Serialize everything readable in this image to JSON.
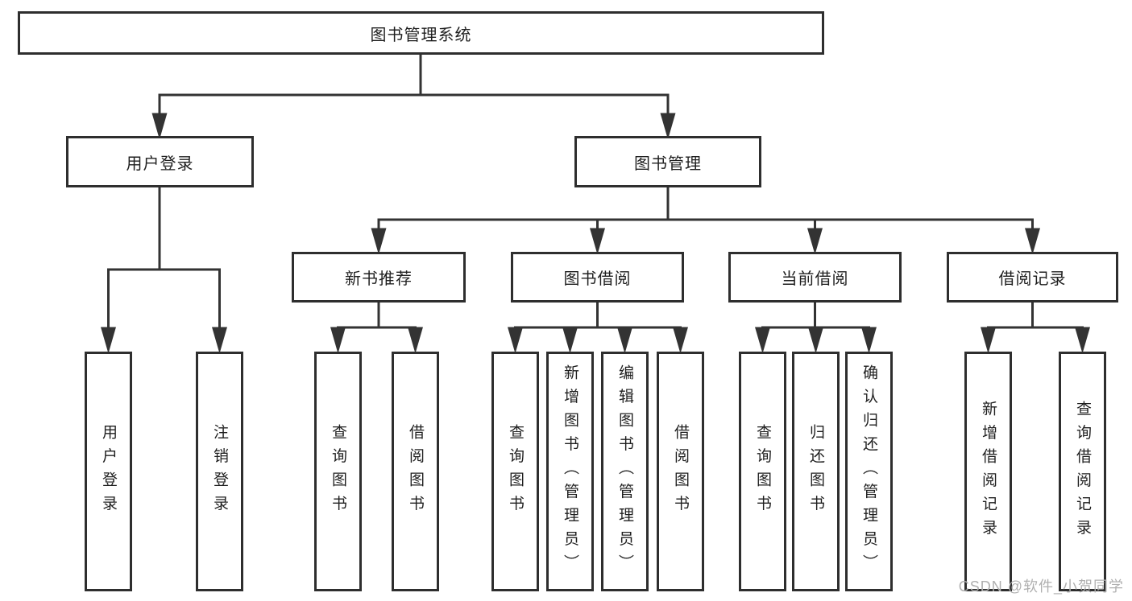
{
  "diagram": {
    "root": {
      "label": "图书管理系统"
    },
    "branches": [
      {
        "label": "用户登录",
        "children": [
          {
            "label": "用户登录"
          },
          {
            "label": "注销登录"
          }
        ]
      },
      {
        "label": "图书管理",
        "children": [
          {
            "label": "新书推荐",
            "children": [
              {
                "label": "查询图书"
              },
              {
                "label": "借阅图书"
              }
            ]
          },
          {
            "label": "图书借阅",
            "children": [
              {
                "label": "查询图书"
              },
              {
                "label": "新增图书（管理员）"
              },
              {
                "label": "编辑图书（管理员）"
              },
              {
                "label": "借阅图书"
              }
            ]
          },
          {
            "label": "当前借阅",
            "children": [
              {
                "label": "查询图书"
              },
              {
                "label": "归还图书"
              },
              {
                "label": "确认归还（管理员）"
              }
            ]
          },
          {
            "label": "借阅记录",
            "children": [
              {
                "label": "新增借阅记录"
              },
              {
                "label": "查询借阅记录"
              }
            ]
          }
        ]
      }
    ],
    "watermark": "CSDN @软件_小贺同学",
    "colors": {
      "line": "#333333",
      "border": "#2e2e2e",
      "text": "#1f1f1f",
      "watermark": "#b0b0b0",
      "background": "#ffffff"
    }
  }
}
